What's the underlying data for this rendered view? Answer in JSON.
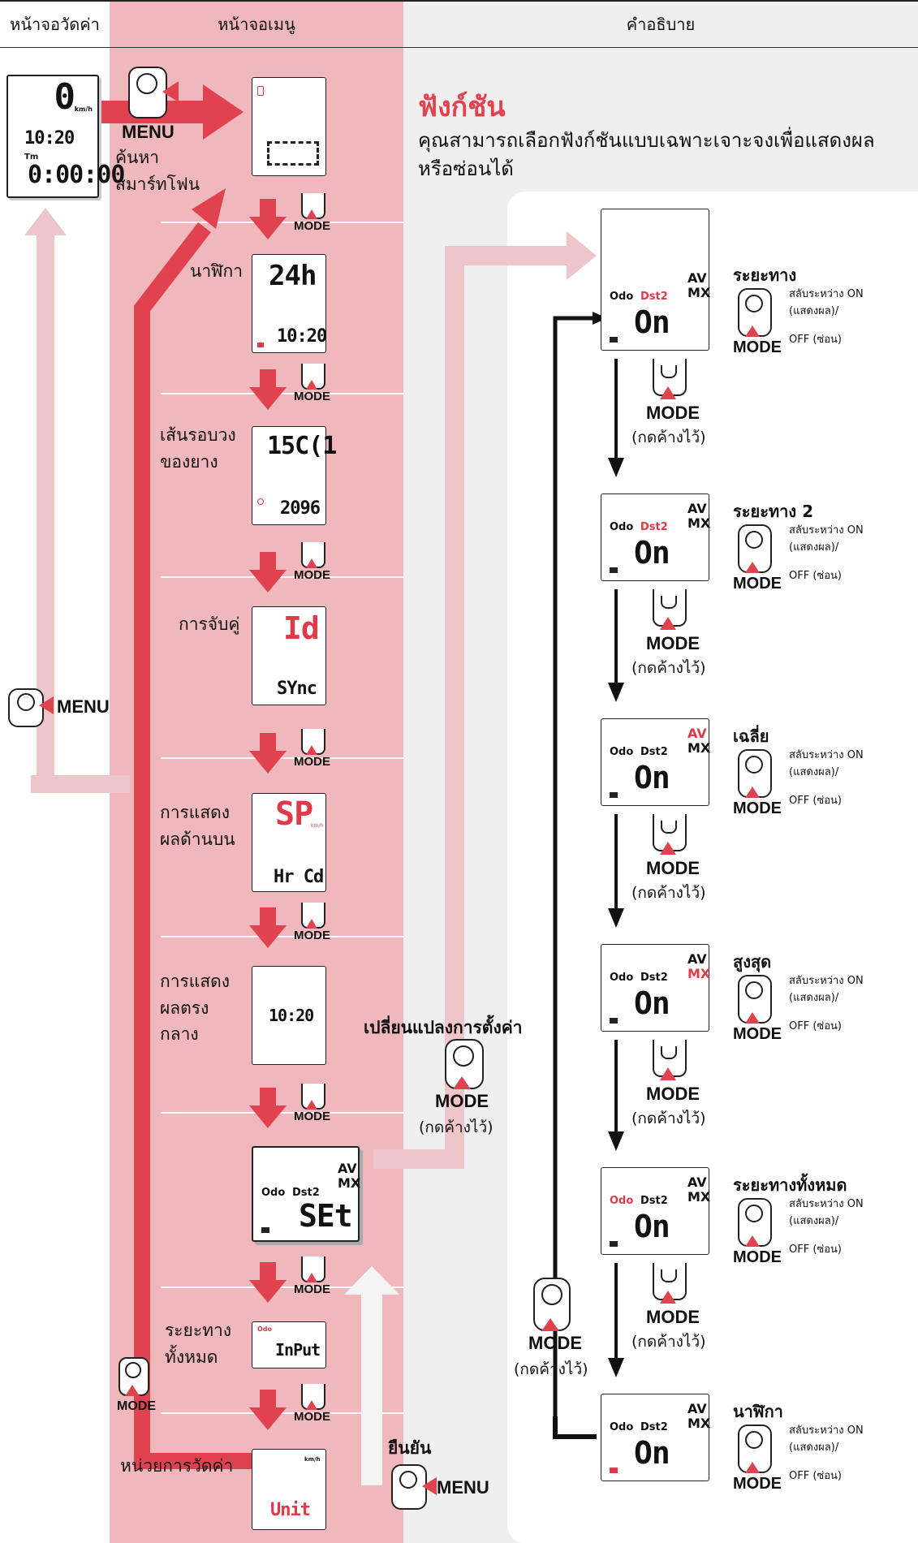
{
  "header": {
    "col1": "หน้าจอวัดค่า",
    "col2": "หน้าจอเมนู",
    "col3": "คำอธิบาย"
  },
  "colors": {
    "menu_band": "#f0b7bc",
    "explain_band": "#efefef",
    "accent_red": "#e0434f",
    "pale_red": "#eec5c8",
    "lcd_red": "#e03a4a"
  },
  "measure_screen": {
    "speed": "0",
    "speed_unit": "km/h",
    "clock": "10:20",
    "tm_label": "Tm",
    "timer": "0:00:00",
    "menu_button_label": "MENU"
  },
  "menu_entry": {
    "button_label": "MENU",
    "search_label": "ค้นหา\nสมาร์ทโฟน"
  },
  "menu_items": [
    {
      "label": "นาฬิกา",
      "lcd_top": "24h",
      "lcd_bottom": "10:20"
    },
    {
      "label": "เส้นรอบวง\nของยาง",
      "lcd_top": "15C(1",
      "lcd_bottom": "2096"
    },
    {
      "label": "การจับคู่",
      "lcd_top": "Id",
      "lcd_bottom": "SYnc"
    },
    {
      "label": "การแสดง\nผลด้านบน",
      "lcd_top": "SP",
      "lcd_bottom": "Hr  Cd"
    },
    {
      "label": "การแสดง\nผลตรง\nกลาง",
      "lcd_top": "",
      "lcd_bottom": "10:20"
    },
    {
      "label": "",
      "lcd_top": "",
      "lcd_bottom": "SEt"
    },
    {
      "label": "ระยะทาง\nทั้งหมด",
      "lcd_top": "Odo",
      "lcd_bottom": "InPut"
    },
    {
      "label": "หน่วยการวัดค่า",
      "lcd_top": "km/h",
      "lcd_bottom": "Unit"
    }
  ],
  "mode_label": "MODE",
  "menu_label": "MENU",
  "hold_label": "(กดค้างไว้)",
  "change_setting": "เปลี่ยนแปลงการตั้งค่า",
  "confirm": "ยืนยัน",
  "function": {
    "title": "ฟังก์ชัน",
    "desc": "คุณสามารถเลือกฟังก์ชันแบบเฉพาะเจาะจงเพื่อแสดงผลหรือซ่อนได้",
    "lcd_labels": {
      "odo": "Odo",
      "dst2": "Dst2",
      "av": "AV",
      "mx": "MX",
      "on": "On"
    },
    "items": [
      {
        "title": "ระยะทาง",
        "toggle": "สลับระหว่าง ON\n(แสดงผล)/",
        "off": "OFF (ซ่อน)"
      },
      {
        "title": "ระยะทาง 2",
        "toggle": "สลับระหว่าง ON\n(แสดงผล)/",
        "off": "OFF (ซ่อน)"
      },
      {
        "title": "เฉลี่ย",
        "toggle": "สลับระหว่าง ON\n(แสดงผล)/",
        "off": "OFF (ซ่อน)"
      },
      {
        "title": "สูงสุด",
        "toggle": "สลับระหว่าง ON\n(แสดงผล)/",
        "off": "OFF (ซ่อน)"
      },
      {
        "title": "ระยะทางทั้งหมด",
        "toggle": "สลับระหว่าง ON\n(แสดงผล)/",
        "off": "OFF (ซ่อน)"
      },
      {
        "title": "นาฬิกา",
        "toggle": "สลับระหว่าง ON\n(แสดงผล)/",
        "off": "OFF (ซ่อน)"
      }
    ]
  }
}
